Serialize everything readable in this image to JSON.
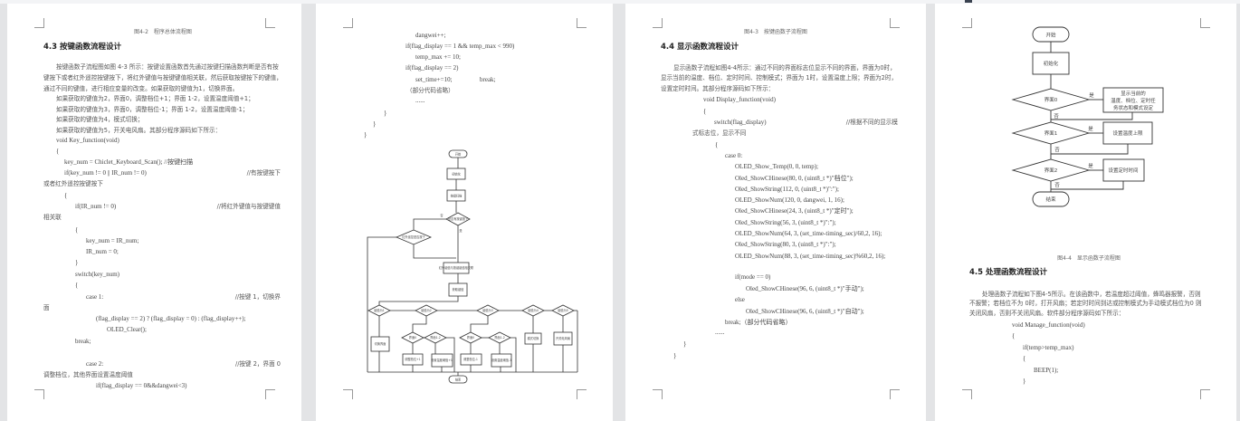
{
  "pages": [
    {
      "caption": "图4-2　程序总体流程图",
      "heading": "4.3 按键函数流程设计",
      "lines": [
        {
          "text": "按键函数子流程图如图 4-3 所示：按键设置函数首先通过按键扫描函数判断是否有按"
        },
        {
          "text": "键按下或者红外遥控按键按下，将红外键值与按键键值相关联，然后获取按键按下的键值，"
        },
        {
          "text": "通过不同的键值，进行相应变量的改变。如果获取的键值为1，切换界面。"
        },
        {
          "text": "如果获取的键值为2，界面0，调整档位+1；界面 1-2，设置温度阈值+1；"
        },
        {
          "text": "如果获取的键值为3，界面0，调整档位-1；界面 1-2，设置温度阈值-1；"
        },
        {
          "text": "如果获取的键值为4，模式切换；"
        },
        {
          "text": "如果获取的键值为5，开关电风扇。其部分程序源码如下所示："
        },
        {
          "text": "void Key_function(void)"
        },
        {
          "text": "{"
        },
        {
          "text": "key_num = Chiclet_Keyboard_Scan(); //按键扫描"
        },
        {
          "text": "if(key_num != 0 || IR_num != 0)",
          "comment": "//有按键按下"
        },
        {
          "text": "或者红外遥控按键按下"
        },
        {
          "text": "{"
        },
        {
          "text": "if(IR_num != 0)",
          "comment": "//将红外键值与按键键值"
        },
        {
          "text": "相关联"
        },
        {
          "text": "{"
        },
        {
          "text": "key_num = IR_num;"
        },
        {
          "text": "IR_num = 0;"
        },
        {
          "text": "}"
        },
        {
          "text": "switch(key_num)"
        },
        {
          "text": "{"
        },
        {
          "text": "case 1:",
          "comment": "//按键 1，切换界"
        },
        {
          "text": "面"
        },
        {
          "text": "(flag_display == 2) ? (flag_display = 0) : (flag_display++);"
        },
        {
          "text": "OLED_Clear();"
        },
        {
          "text": "break;"
        },
        {
          "text": "case 2:",
          "comment": "//按键 2，界面 0"
        },
        {
          "text": "调整档位，其他界面设置温度阈值"
        },
        {
          "text": "if(flag_display == 0&&dangwei<3)"
        }
      ]
    },
    {
      "lines": [
        {
          "text": "dangwei++;"
        },
        {
          "text": "if(flag_display == 1 && temp_max < 990)"
        },
        {
          "text": "temp_max += 10;"
        },
        {
          "text": "if(flag_display == 2)"
        },
        {
          "text": "set_time+=10;"
        },
        {
          "text": "break;"
        },
        {
          "text": "（部分代码省略）"
        },
        {
          "text": "......"
        },
        {
          "text": "}"
        },
        {
          "text": "}"
        },
        {
          "text": "}"
        }
      ],
      "flowchart": {
        "start": "开始",
        "init": "初始化",
        "scan": "按键扫描",
        "has_key": "是否有按键按下",
        "ir": "红外遥控是否按下",
        "assoc": "红外键值与按键键值相关联",
        "get": "获取键值",
        "k1": "键值为1",
        "k2": "键值为2",
        "k3": "键值为3",
        "k4": "键值为4",
        "k5": "键值为5",
        "s0a": "界面0",
        "s12a": "界面1-2",
        "s0b": "界面0",
        "s12b": "界面1-2",
        "switch_screen": "切换界面",
        "mode": "模式切换",
        "fan": "开关电风扇",
        "g_up": "调整档位+1",
        "t_up": "设置温度阈值+1",
        "g_down": "调整档位-1",
        "t_down": "设置温度阈值-1",
        "end": "结束",
        "yes": "是",
        "no": "否"
      }
    },
    {
      "caption": "图4-3　按键函数子流程图",
      "heading": "4.4 显示函数流程设计",
      "lines": [
        {
          "text": "显示函数子流程如图4-4所示：通过不同的界面标志位显示不同的界面，界面为0时，"
        },
        {
          "text": "显示当前的温度、档位、定时时间、控制模式；界面为 1时，设置温度上限；界面为2时，"
        },
        {
          "text": "设置定时时间。其部分程序源码如下所示："
        },
        {
          "text": "void Display_function(void)"
        },
        {
          "text": "{"
        },
        {
          "text": "switch(flag_display)",
          "comment": "//根据不同的显示模"
        },
        {
          "text": "式标志位，显示不同"
        },
        {
          "text": "{"
        },
        {
          "text": "case 0:"
        },
        {
          "text": "OLED_Show_Temp(0, 0, temp);"
        },
        {
          "text": "Oled_ShowCHinese(80, 0, (uint8_t *)\"档位\");"
        },
        {
          "text": "Oled_ShowString(112, 0, (uint8_t *)\":\");"
        },
        {
          "text": "OLED_ShowNum(120, 0, dangwei, 1, 16);"
        },
        {
          "text": "Oled_ShowCHinese(24, 3, (uint8_t *)\"定时\");"
        },
        {
          "text": "Oled_ShowString(56, 3, (uint8_t *)\":\");"
        },
        {
          "text": "OLED_ShowNum(64, 3, (set_time-timing_sec)/60,2, 16);"
        },
        {
          "text": "Oled_ShowString(80, 3, (uint8_t *)\":\");"
        },
        {
          "text": "OLED_ShowNum(88, 3, (set_time-timing_sec)%60,2, 16);"
        },
        {
          "text": "if(mode == 0)"
        },
        {
          "text": "Oled_ShowCHinese(96, 6, (uint8_t *)\"手动\");"
        },
        {
          "text": "else"
        },
        {
          "text": "Oled_ShowCHinese(96, 6, (uint8_t *)\"自动\");"
        },
        {
          "text": "break;（部分代码省略）"
        },
        {
          "text": "......"
        },
        {
          "text": "}"
        },
        {
          "text": "}"
        }
      ]
    },
    {
      "flowchart": {
        "start": "开始",
        "init": "初始化",
        "d0": "界面0",
        "d1": "界面1",
        "d2": "界面2",
        "b0": [
          "显示当前的",
          "温度、档位、定时任",
          "务状态和模式设定"
        ],
        "b1": "设置温度上限",
        "b2": "设置定时时间",
        "end": "结束",
        "yes": "是",
        "no": "否"
      },
      "caption": "图4-4　显示函数子流程图",
      "heading": "4.5 处理函数流程设计",
      "lines": [
        {
          "text": "处理函数子流程如下图4-5所示。在该函数中，若温度超过阈值，蜂鸣器报警，否则"
        },
        {
          "text": "不报警；若档位不为 0时，打开风扇；若定时时间到达或控制模式为手动模式档位为0 则"
        },
        {
          "text": "关闭风扇，否则不关闭风扇。软件部分程序源码如下所示："
        },
        {
          "text": "void Manage_function(void)"
        },
        {
          "text": "{"
        },
        {
          "text": "if(temp>temp_max)"
        },
        {
          "text": "{"
        },
        {
          "text": "BEEP(1);"
        },
        {
          "text": "}"
        }
      ]
    }
  ]
}
